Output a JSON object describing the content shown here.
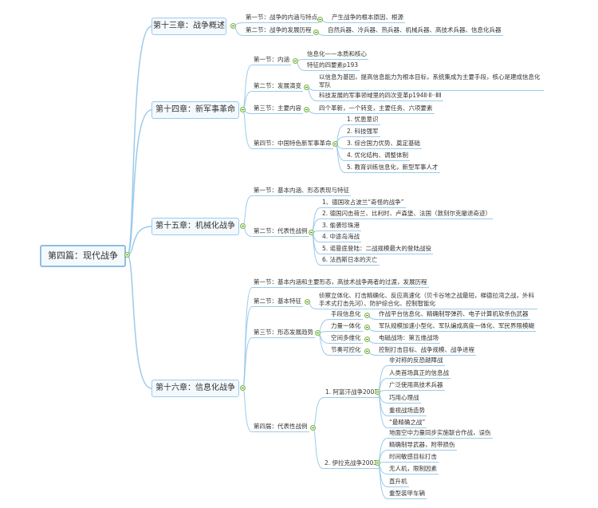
{
  "root": "第四篇：现代战争",
  "ch13": {
    "title": "第十三章：战争概述",
    "s1": "第一节：战争的内涵与特点",
    "s1_leaf": "产生战争的根本原因、根源",
    "s2": "第二节：战争的发展历程",
    "s2_leaf": "自然兵器、冷兵器、热兵器、机械兵器、高技术兵器、信息化兵器"
  },
  "ch14": {
    "title": "第十四章：新军事革命",
    "s1": "第一节：内涵",
    "s1_leaves": [
      "信息化——本质和核心",
      "特征的四要素p193"
    ],
    "s2": "第二节：发展演变",
    "s2_leaves": [
      "以信息为基因，提高信息能力为根本目标，系统集成为主要手段，核心是建成信息化军队",
      "科技发展的军事领域里的四次变革p194Ⅱ·Ⅱ··ⅡⅡ"
    ],
    "s3": "第三节：主要内容",
    "s3_leaf": "四个革新，一个转变，主要任务、六项要素",
    "s4": "第四节：中国特色新军事革命",
    "s4_leaves": [
      "1. 忧患意识",
      "2. 科技强军",
      "3. 综合国力优势、奠定基础",
      "4. 优化结构、调整体制",
      "5. 教育训练信息化，新型军事人才"
    ]
  },
  "ch15": {
    "title": "第十五章：机械化战争",
    "s1": "第一节：基本内涵、形态表现与特征",
    "s2": "第二节：代表性战例",
    "s2_leaves": [
      "1、德国攻占波兰“奇怪的战争”",
      "2. 德国闪击荷兰、比利时、卢森堡、法国（敦刻尔克撤退奇迹）",
      "3. 偷袭珍珠港",
      "4. 中途岛海战",
      "5. 诺曼底登陆：二战规模最大的登陆战役",
      "6. 法西斯日本的灭亡"
    ]
  },
  "ch16": {
    "title": "第十六章：信息化战争",
    "s1": "第一节：基本内涵和主要形态，高技术战争两者的过渡，发展历程",
    "s2": "第二节：基本特征",
    "s2_leaf": "侦察立体化、打击精确化、反应高速化（贝卡谷地之战最短，梯德拉湾之战，外科手术式打击先河）、防护综合化、控制智能化",
    "s3": "第三节：形态发展趋势",
    "s3_items": [
      {
        "label": "手段信息化",
        "leaf": "作战平台信息化、精确制导弹药、电子计算机软杀伤武器"
      },
      {
        "label": "力量一体化",
        "leaf": "军队规模加速小型化、军队编成高度一体化、军民界限模糊"
      },
      {
        "label": "空间多维化",
        "leaf": "电磁战场：第五维战场"
      },
      {
        "label": "节奏可控化",
        "leaf": "控制打击目标、战争规模、战争进程"
      }
    ],
    "s4": "第四届：代表性战例",
    "afghan": {
      "label": "1. 阿富汗战争2001",
      "leaves": [
        "非对称的反恐越障战",
        "人类首场真正的信息战",
        "广泛使用高技术兵器",
        "巧用心理战",
        "重视战场造势",
        "“最精确之战”"
      ]
    },
    "iraq": {
      "label": "2. 伊拉克战争2003",
      "leaves": [
        "地面空中力量同步实施联合作战，误伤",
        "精确制导武器，附带损伤",
        "时间敏感目标打击",
        "无人机，限制因素",
        "直升机",
        "重型装甲车辆"
      ]
    }
  },
  "colors": {
    "line": "#9ccbea",
    "toggle": "#7ab648"
  }
}
